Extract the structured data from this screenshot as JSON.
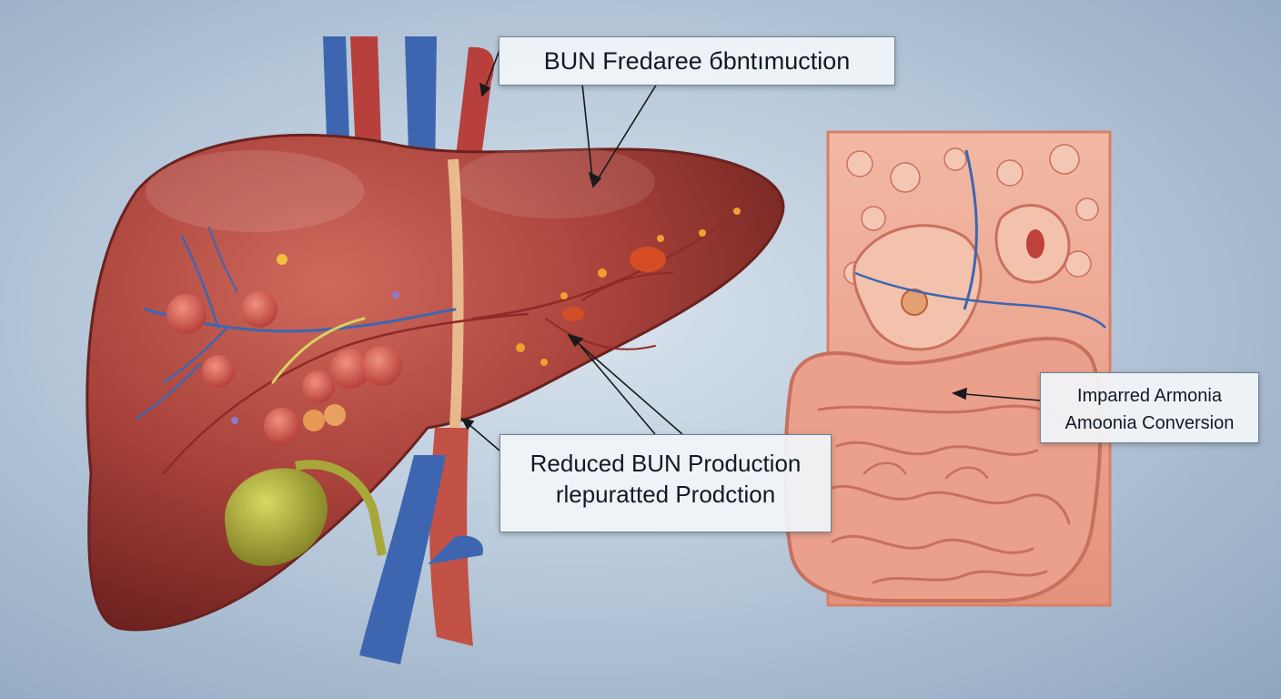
{
  "labels": {
    "top": "BUN Fredaree бbntımuction",
    "middle_line1": "Reduced BUN Production",
    "middle_line2": "rlepuratted Prodction",
    "right_line1": "Imparred Armonia",
    "right_line2": "Amoonia Conversion"
  },
  "colors": {
    "liver": "#a8413a",
    "vein": "#3e66b0",
    "artery": "#b8403c",
    "gallbladder": "#a8a83a",
    "intestine": "#e49a88",
    "background": "#c4d3e2"
  }
}
